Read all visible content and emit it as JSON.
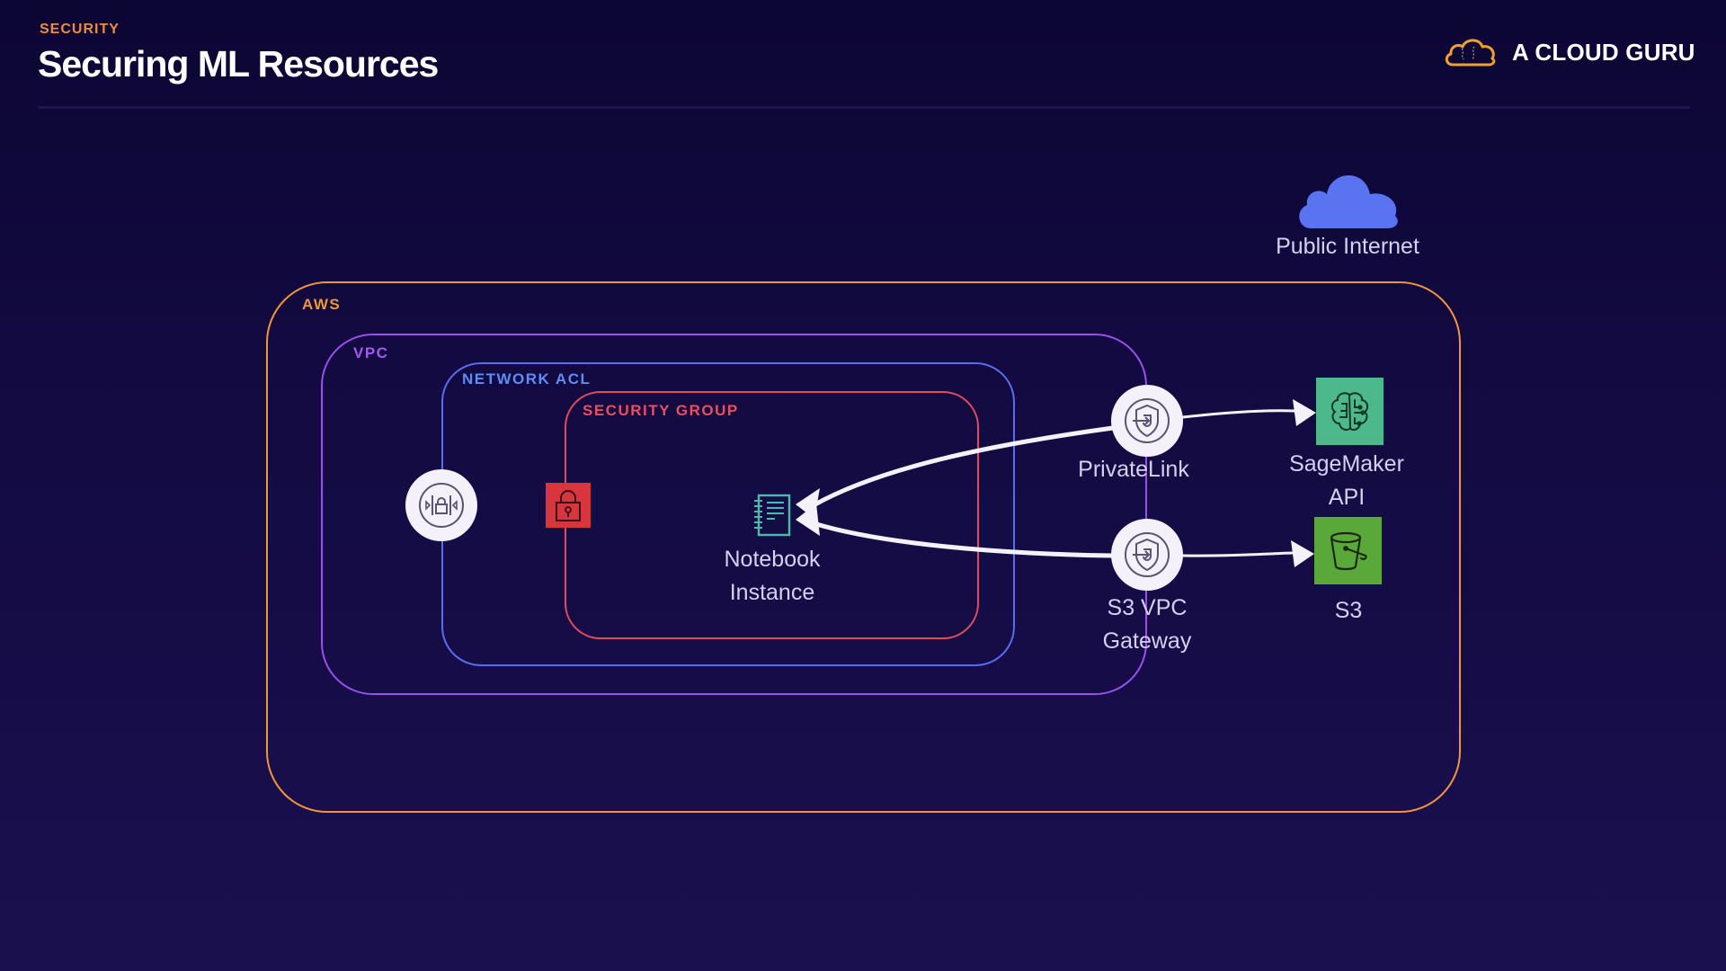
{
  "header": {
    "eyebrow": "SECURITY",
    "title": "Securing ML Resources",
    "logo_text": "A CLOUD GURU",
    "logo_icon": "cloud-logo-icon"
  },
  "colors": {
    "aws": "#f2943c",
    "vpc": "#9850ec",
    "network_acl": "#5b6cf2",
    "security_group": "#e14b5c",
    "sagemaker": "#4db98a",
    "s3": "#5aa83a",
    "public_internet": "#5a73f0",
    "notebook": "#4fb8a8"
  },
  "diagram": {
    "containers": {
      "aws": "AWS",
      "vpc": "VPC",
      "network_acl": "NETWORK ACL",
      "security_group": "SECURITY GROUP"
    },
    "nodes": {
      "nacl_icon": "network-acl-icon",
      "security_group_icon": "lock-icon",
      "notebook": {
        "line1": "Notebook",
        "line2": "Instance",
        "icon": "notebook-icon"
      },
      "privatelink": {
        "label": "PrivateLink",
        "icon": "shield-endpoint-icon"
      },
      "s3_gateway": {
        "line1": "S3 VPC",
        "line2": "Gateway",
        "icon": "shield-endpoint-icon"
      },
      "sagemaker": {
        "line1": "SageMaker",
        "line2": "API",
        "icon": "brain-icon"
      },
      "s3": {
        "label": "S3",
        "icon": "bucket-icon"
      },
      "public_internet": {
        "label": "Public Internet",
        "icon": "cloud-icon"
      }
    },
    "edges": [
      {
        "from": "privatelink",
        "to": "notebook-instance"
      },
      {
        "from": "s3-vpc-gateway",
        "to": "notebook-instance"
      },
      {
        "from": "privatelink",
        "to": "sagemaker-api"
      },
      {
        "from": "s3-vpc-gateway",
        "to": "s3"
      }
    ]
  }
}
